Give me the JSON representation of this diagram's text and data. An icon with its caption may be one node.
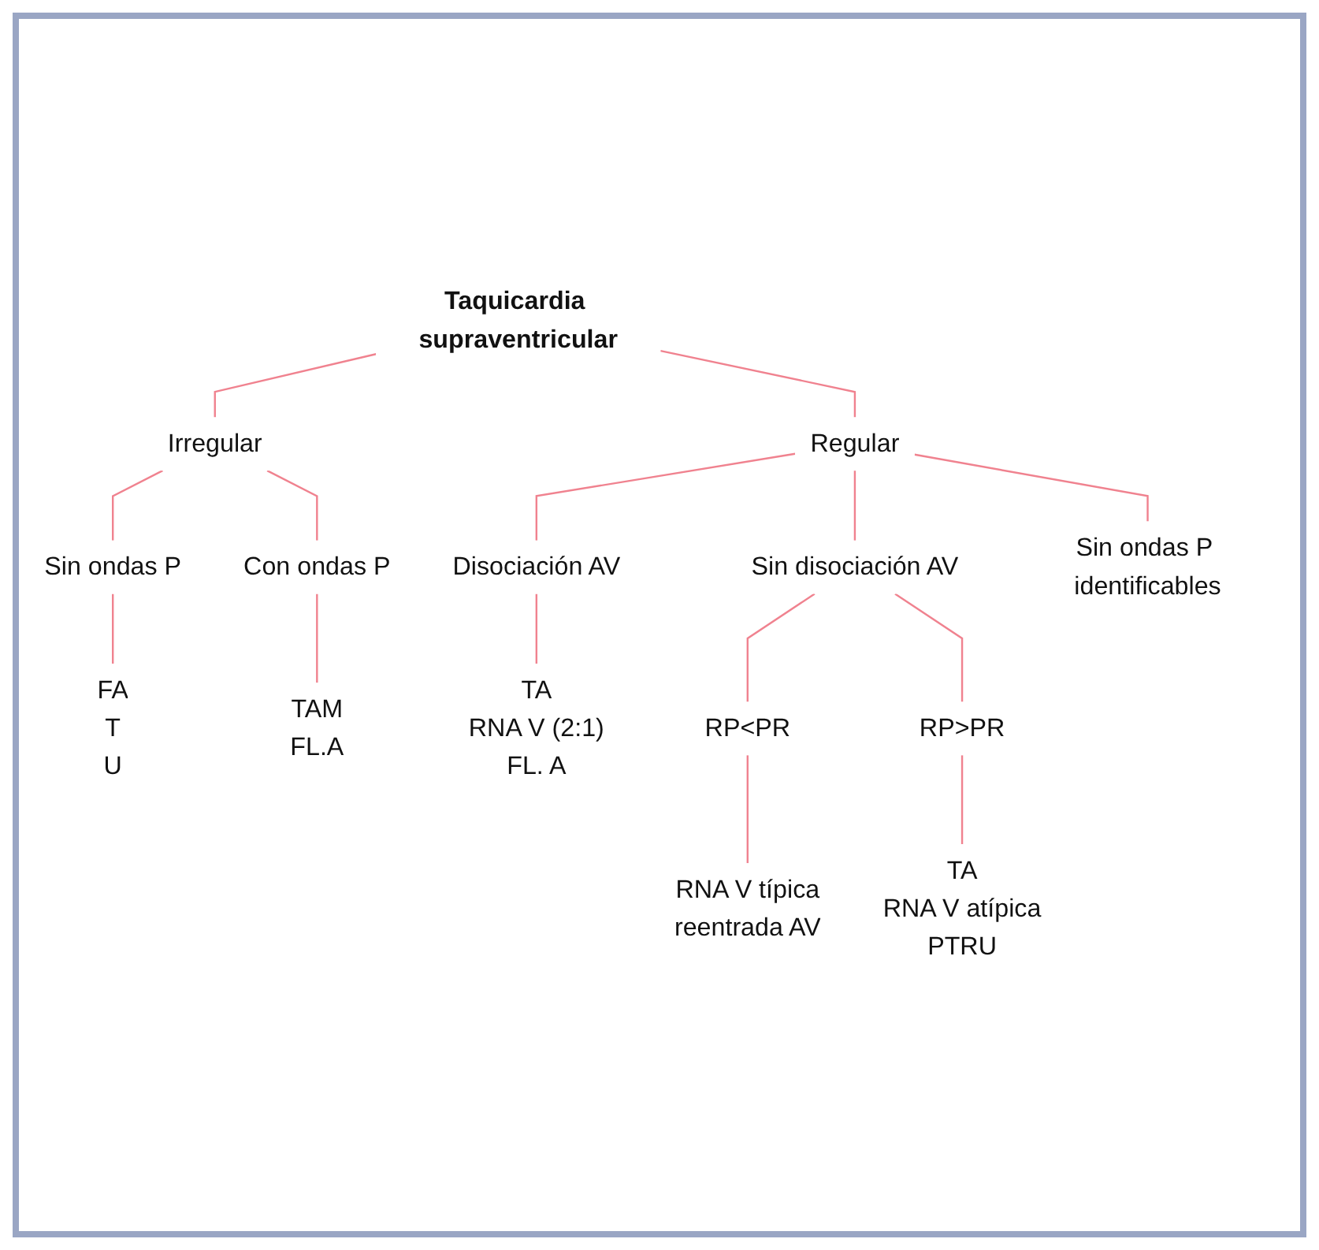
{
  "diagram": {
    "nodes": [
      {
        "text": [
          "Taquicardia supraventricular"
        ]
      },
      {
        "text": [
          "Regular"
        ]
      },
      {
        "text": [
          "Irregular"
        ]
      },
      {
        "text": [
          "Sin ondas P"
        ]
      },
      {
        "text": [
          "Con ondas P"
        ]
      },
      {
        "text": [
          "FA",
          "T",
          "U"
        ]
      },
      {
        "text": [
          "TAM",
          "FL.A"
        ]
      },
      {
        "text": [
          "Disociación AV"
        ]
      },
      {
        "text": [
          "Sin disociación AV"
        ]
      },
      {
        "text": [
          "Sin ondas P identificables"
        ]
      },
      {
        "text": [
          "TA",
          "RNA V (2:1)",
          "FL. A"
        ]
      },
      {
        "text": [
          "RP<PR"
        ]
      },
      {
        "text": [
          "RP>PR"
        ]
      },
      {
        "text": [
          "RNA V típica",
          "reentrada AV"
        ]
      },
      {
        "text": [
          "TA",
          "RNA V atípica",
          "PTRU"
        ]
      }
    ],
    "edges": [
      {
        "from": 0,
        "to": 1,
        "arrow": "none"
      },
      {
        "from": 0,
        "to": 2,
        "arrow": "none"
      },
      {
        "from": 2,
        "to": 3,
        "arrow": "none"
      },
      {
        "from": 2,
        "to": 4,
        "arrow": "none"
      },
      {
        "from": 3,
        "to": 5,
        "arrow": "none"
      },
      {
        "from": 4,
        "to": 6,
        "arrow": "none"
      },
      {
        "from": 1,
        "to": 7,
        "arrow": "none"
      },
      {
        "from": 1,
        "to": 8,
        "arrow": "none"
      },
      {
        "from": 1,
        "to": 9,
        "arrow": "none"
      },
      {
        "from": 7,
        "to": 10,
        "arrow": "none"
      },
      {
        "from": 8,
        "to": 11,
        "arrow": "none"
      },
      {
        "from": 8,
        "to": 12,
        "arrow": "none"
      },
      {
        "from": 11,
        "to": 13,
        "arrow": "none"
      },
      {
        "from": 12,
        "to": 14,
        "arrow": "none"
      }
    ]
  }
}
